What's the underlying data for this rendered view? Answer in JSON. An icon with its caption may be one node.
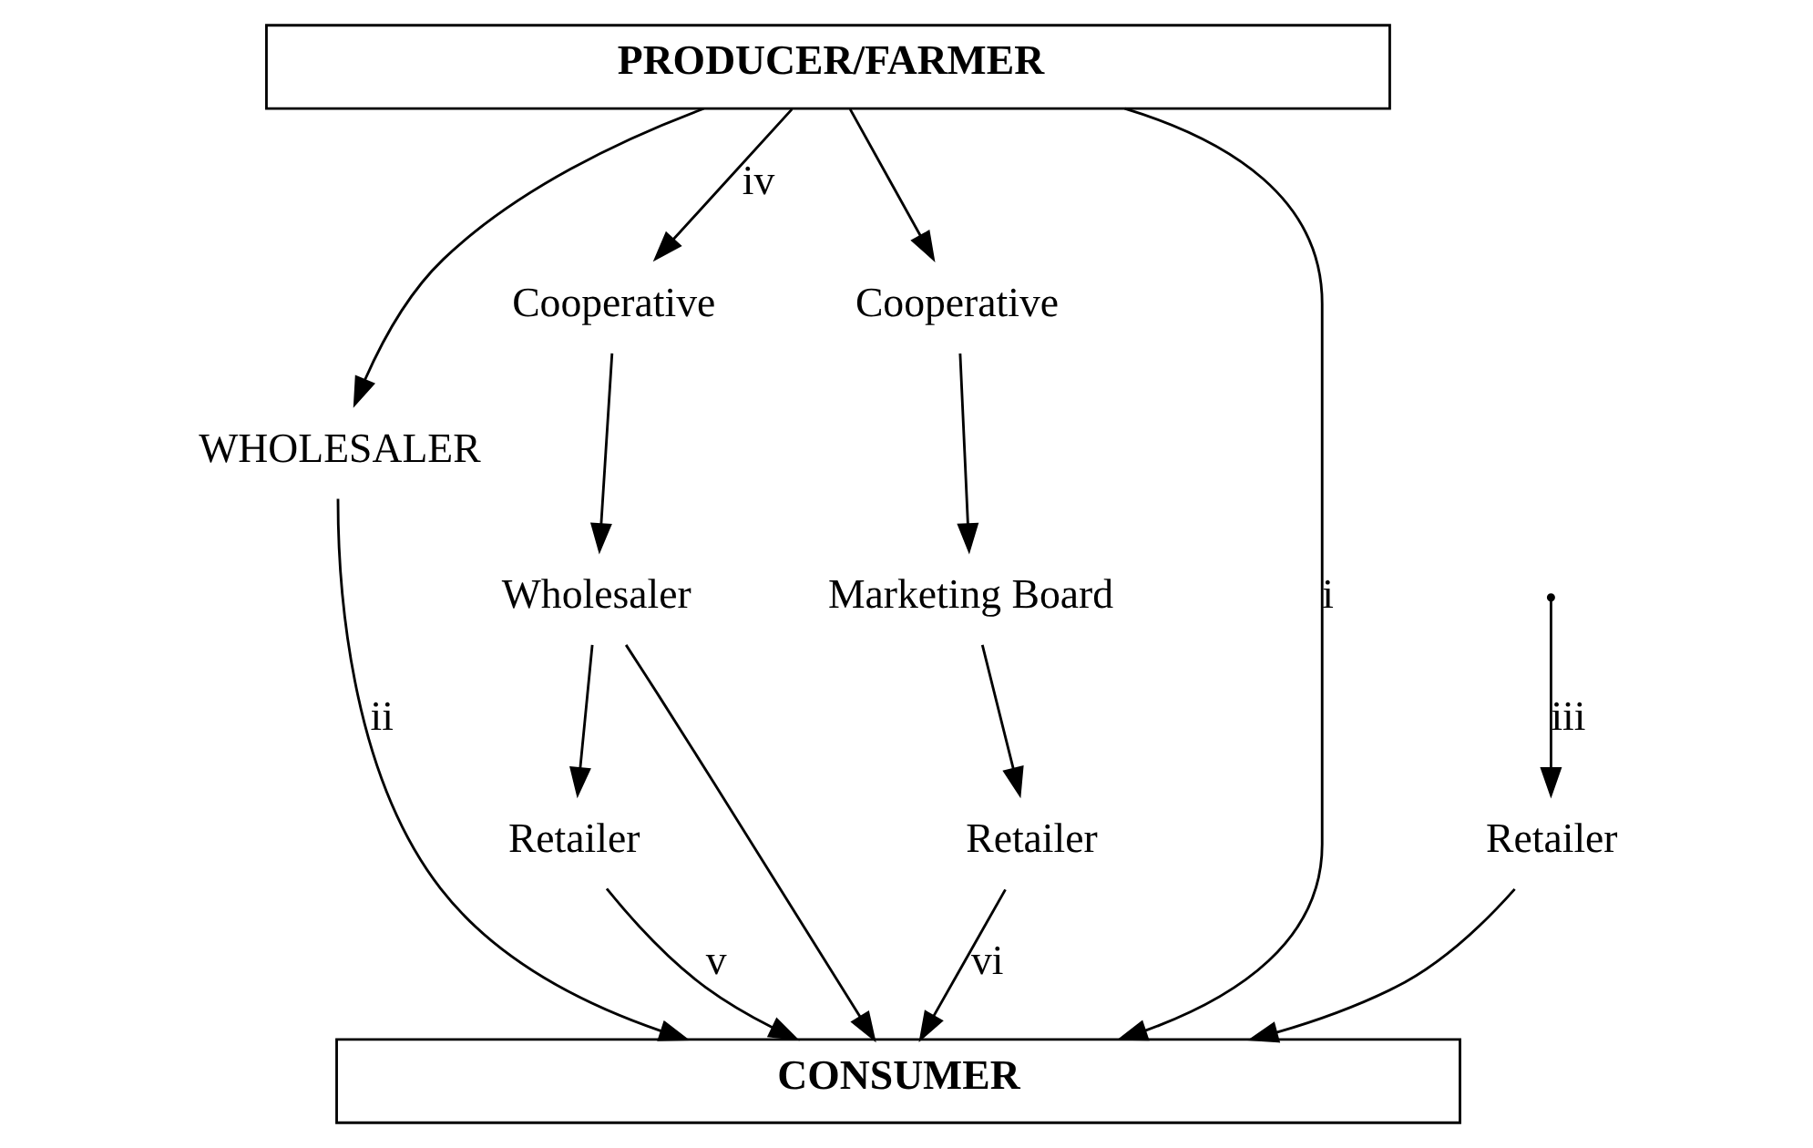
{
  "diagram": {
    "nodes": [
      {
        "text": [
          "PRODUCER/FARMER"
        ]
      },
      {
        "text": [
          "WHOLESALER"
        ]
      },
      {
        "text": [
          "Retailer"
        ]
      },
      {
        "text": [
          "Cooperative"
        ]
      },
      {
        "text": [
          "Wholesaler"
        ]
      },
      {
        "text": [
          "Retailer"
        ]
      },
      {
        "text": [
          "Cooperative"
        ]
      },
      {
        "text": [
          "Marketing Board"
        ]
      },
      {
        "text": [
          "Retailer"
        ]
      },
      {
        "text": [
          "CONSUMER"
        ]
      }
    ],
    "edges": [
      {
        "from": 0,
        "to": 9,
        "arrow": "to",
        "label": "i"
      },
      {
        "from": 0,
        "to": 1,
        "arrow": "to"
      },
      {
        "from": 1,
        "to": 9,
        "arrow": "to",
        "label": "ii"
      },
      {
        "from": null,
        "to": 2,
        "arrow": "to",
        "label": "iii"
      },
      {
        "from": 2,
        "to": 9,
        "arrow": "to"
      },
      {
        "from": 0,
        "to": 3,
        "arrow": "to",
        "label": "iv"
      },
      {
        "from": 3,
        "to": 4,
        "arrow": "to"
      },
      {
        "from": 4,
        "to": 9,
        "arrow": "to"
      },
      {
        "from": 4,
        "to": 5,
        "arrow": "to"
      },
      {
        "from": 5,
        "to": 9,
        "arrow": "to",
        "label": "v"
      },
      {
        "from": 0,
        "to": 6,
        "arrow": "to"
      },
      {
        "from": 6,
        "to": 7,
        "arrow": "to"
      },
      {
        "from": 7,
        "to": 8,
        "arrow": "to"
      },
      {
        "from": 8,
        "to": 9,
        "arrow": "to",
        "label": "vi"
      }
    ]
  }
}
